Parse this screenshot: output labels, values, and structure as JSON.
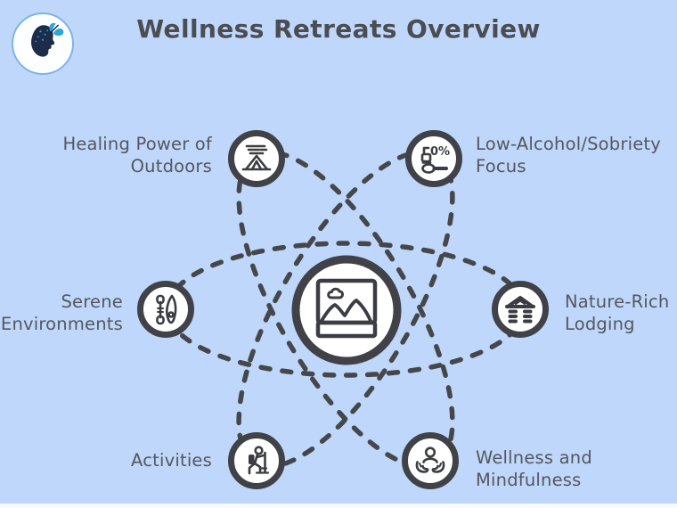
{
  "title": "Wellness Retreats Overview",
  "brand": {
    "logo": "woman-with-butterfly"
  },
  "center_node": {
    "icon": "image-placeholder-icon"
  },
  "nodes": [
    {
      "id": "healing-power-of-outdoors",
      "lines": [
        "Healing Power of",
        "Outdoors"
      ],
      "icon": "campsite-icon",
      "position": "top-left"
    },
    {
      "id": "low-alcohol-sobriety-focus",
      "lines": [
        "Low-Alcohol/Sobriety",
        "Focus"
      ],
      "icon": "zero-percent-drink-icon",
      "icon_text": "0%",
      "position": "top-right"
    },
    {
      "id": "serene-environments",
      "lines": [
        "Serene",
        "Environments"
      ],
      "icon": "paddle-and-board-icon",
      "position": "middle-left"
    },
    {
      "id": "nature-rich-lodging",
      "lines": [
        "Nature-Rich",
        "Lodging"
      ],
      "icon": "log-cabin-icon",
      "position": "middle-right"
    },
    {
      "id": "activities",
      "lines": [
        "Activities"
      ],
      "icon": "hiker-icon",
      "position": "bottom-left"
    },
    {
      "id": "wellness-and-mindfulness",
      "lines": [
        "Wellness and",
        "Mindfulness"
      ],
      "icon": "hands-holding-person-icon",
      "position": "bottom-right"
    }
  ],
  "colors": {
    "background": "#bfd7fa",
    "line": "#45474b",
    "node_fill": "#ffffff",
    "text": "#54575e",
    "title": "#4b4d52",
    "logo_ring": "#7db4ea",
    "butterfly_blue": "#2aa6e3",
    "silhouette_navy": "#1e2c49",
    "bottom_strip": "#f7fafe"
  }
}
